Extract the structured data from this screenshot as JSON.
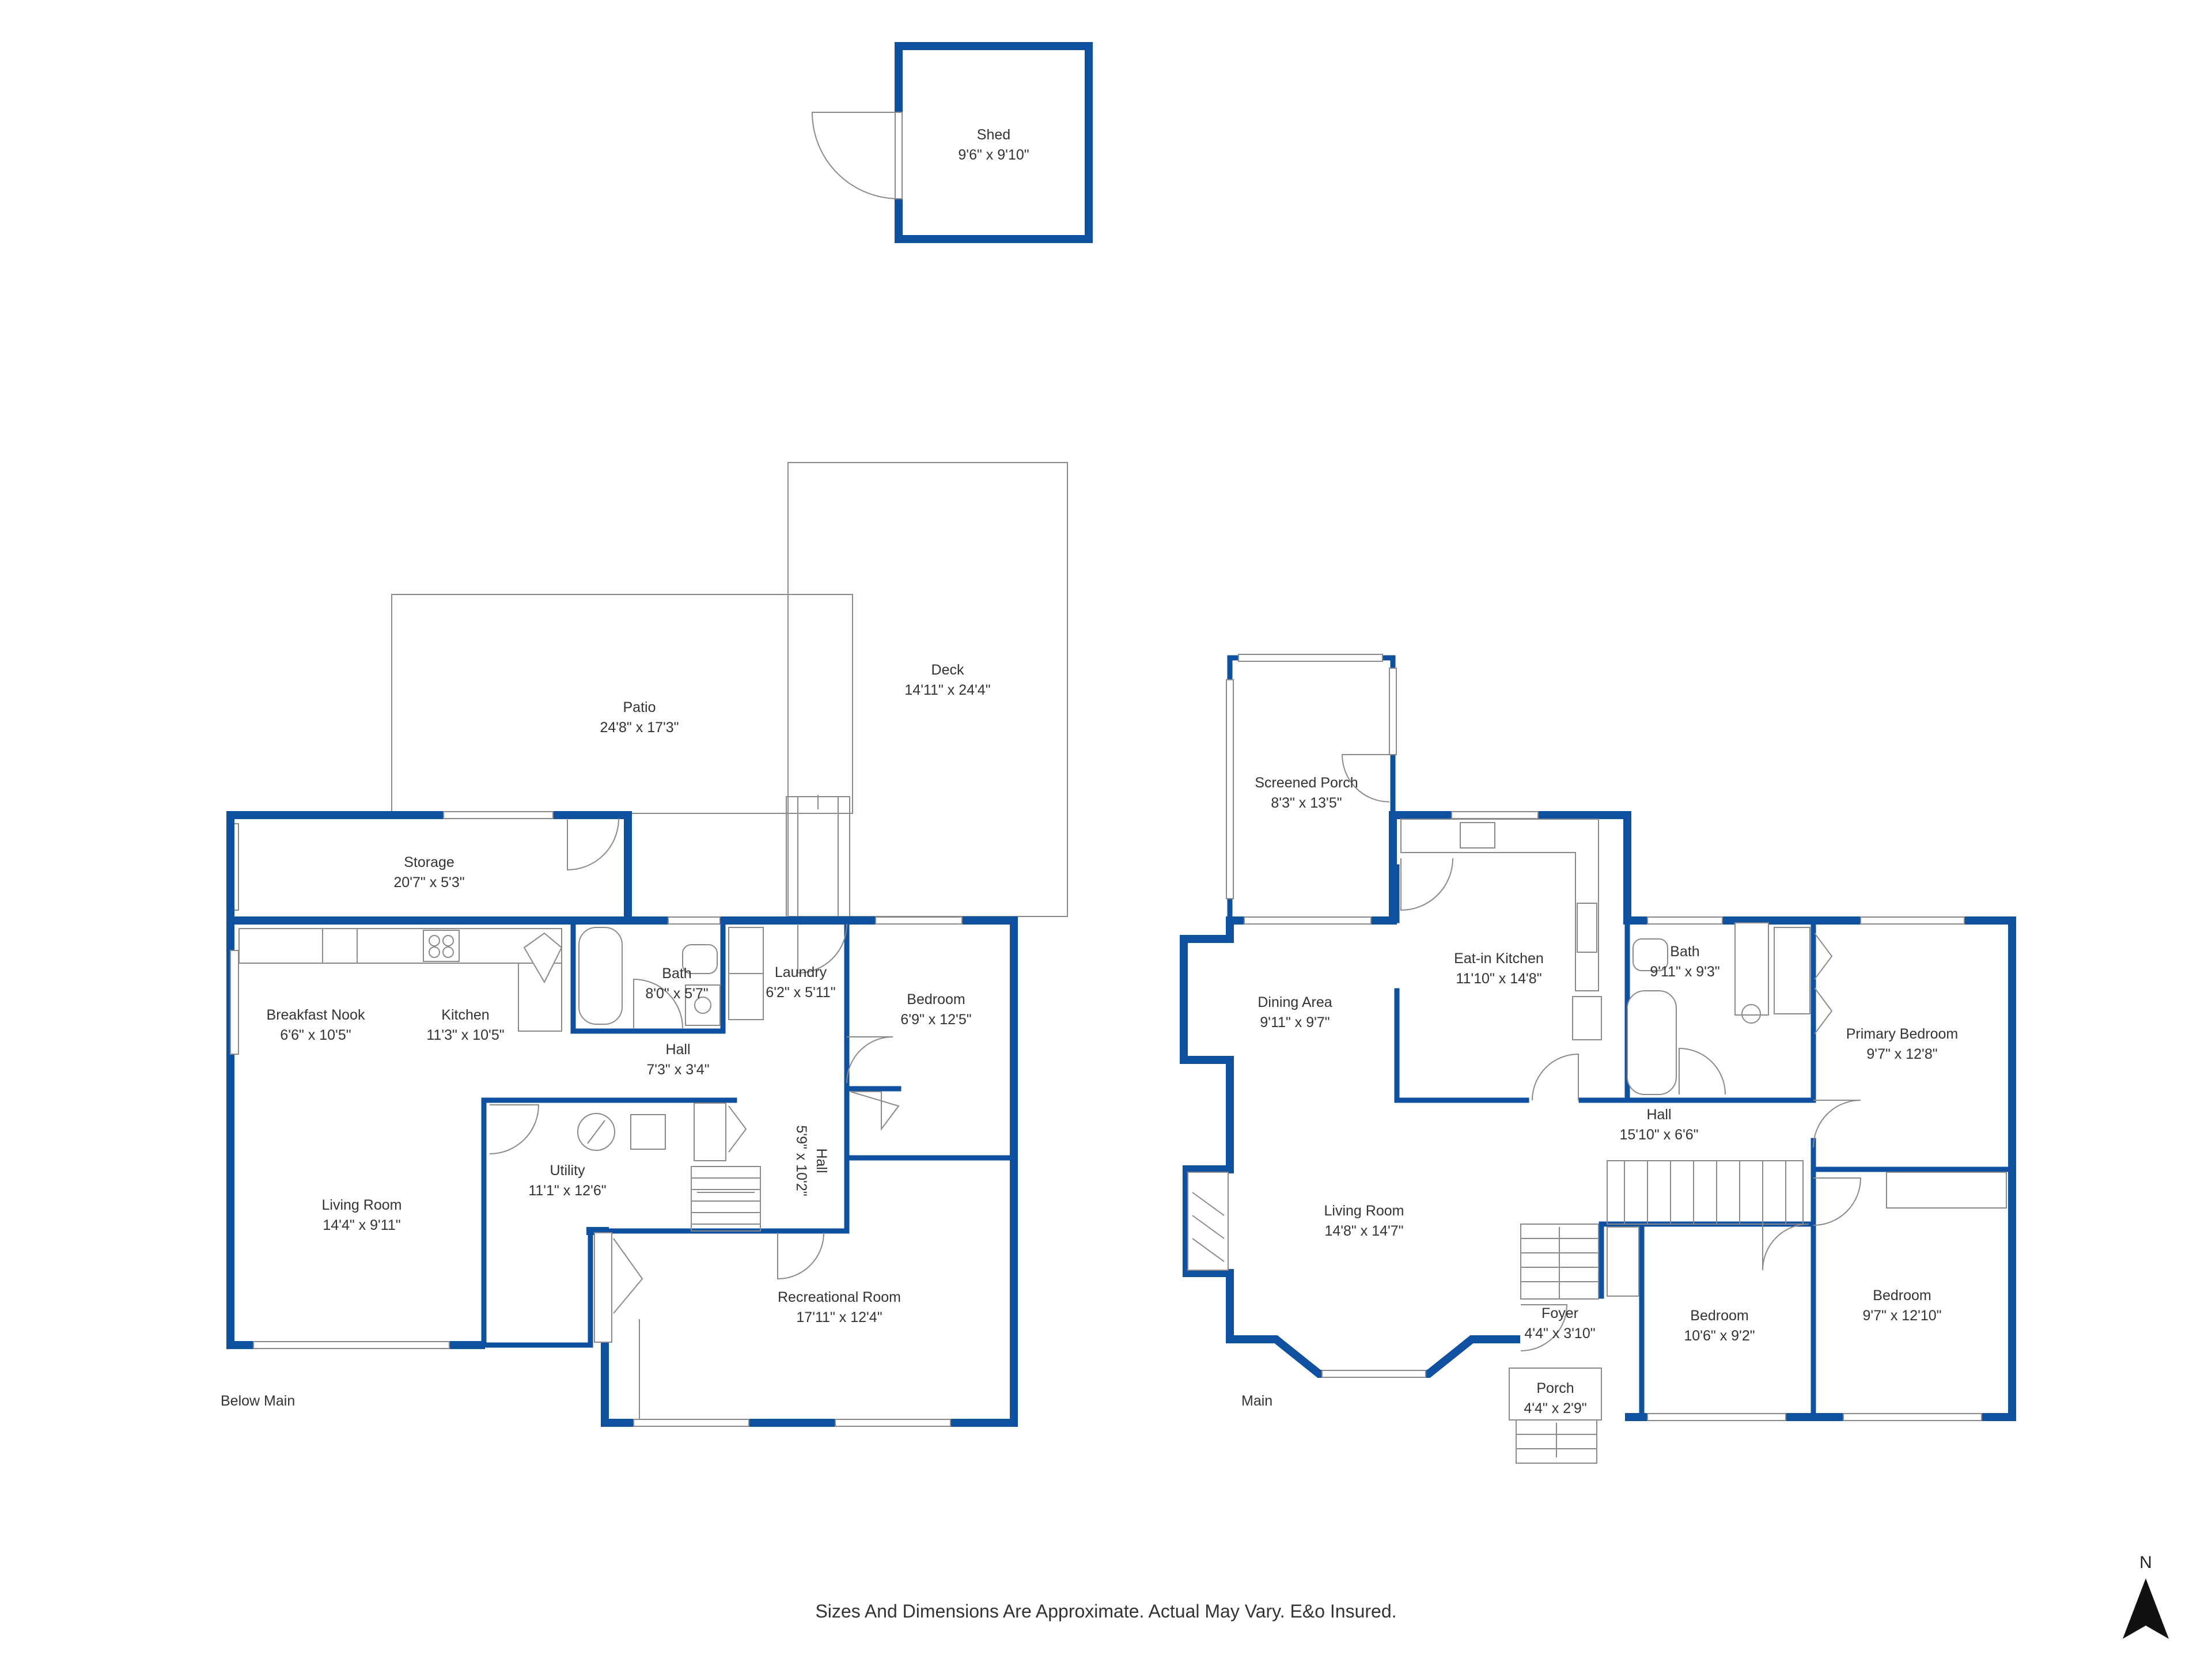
{
  "colors": {
    "wall": "#1050a0",
    "text": "#333333",
    "fixture": "#8a8a8a"
  },
  "shed": {
    "name": "Shed",
    "dims": "9'6\" x 9'10\""
  },
  "below_main": {
    "label": "Below Main",
    "rooms": [
      {
        "name": "Patio",
        "dims": "24'8\" x 17'3\""
      },
      {
        "name": "Deck",
        "dims": "14'11\" x 24'4\""
      },
      {
        "name": "Storage",
        "dims": "20'7\" x 5'3\""
      },
      {
        "name": "Breakfast Nook",
        "dims": "6'6\" x 10'5\""
      },
      {
        "name": "Kitchen",
        "dims": "11'3\" x 10'5\""
      },
      {
        "name": "Bath",
        "dims": "8'0\" x 5'7\""
      },
      {
        "name": "Laundry",
        "dims": "6'2\" x 5'11\""
      },
      {
        "name": "Bedroom",
        "dims": "6'9\" x 12'5\""
      },
      {
        "name": "Hall",
        "dims": "7'3\" x 3'4\""
      },
      {
        "name": "Hall",
        "dims": "5'9\" x 10'2\""
      },
      {
        "name": "Utility",
        "dims": "11'1\" x 12'6\""
      },
      {
        "name": "Living Room",
        "dims": "14'4\" x 9'11\""
      },
      {
        "name": "Recreational Room",
        "dims": "17'11\" x 12'4\""
      }
    ]
  },
  "main": {
    "label": "Main",
    "rooms": [
      {
        "name": "Screened Porch",
        "dims": "8'3\" x 13'5\""
      },
      {
        "name": "Eat-in Kitchen",
        "dims": "11'10\" x 14'8\""
      },
      {
        "name": "Bath",
        "dims": "9'11\" x 9'3\""
      },
      {
        "name": "Primary Bedroom",
        "dims": "9'7\" x 12'8\""
      },
      {
        "name": "Dining Area",
        "dims": "9'11\" x 9'7\""
      },
      {
        "name": "Hall",
        "dims": "15'10\" x 6'6\""
      },
      {
        "name": "Living Room",
        "dims": "14'8\" x 14'7\""
      },
      {
        "name": "Foyer",
        "dims": "4'4\" x 3'10\""
      },
      {
        "name": "Bedroom",
        "dims": "10'6\" x 9'2\""
      },
      {
        "name": "Bedroom",
        "dims": "9'7\" x 12'10\""
      },
      {
        "name": "Porch",
        "dims": "4'4\" x 2'9\""
      }
    ]
  },
  "disclaimer": "Sizes And Dimensions Are Approximate. Actual May Vary. E&o Insured.",
  "north_label": "N",
  "north_icon": "north-arrow-icon"
}
